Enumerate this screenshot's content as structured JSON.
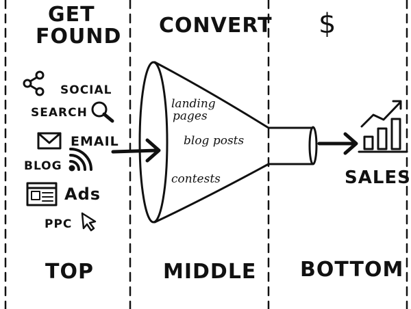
{
  "columns": {
    "get_found": [
      "GET",
      "FOUND"
    ],
    "convert": "CONVERT",
    "dollar": "$"
  },
  "sources": {
    "social": "SOCIAL",
    "search": "SEARCH",
    "email": "EMAIL",
    "blog": "BLOG",
    "ads": "Ads",
    "ppc": "PPC"
  },
  "funnel": {
    "landing": [
      "landing",
      "pages"
    ],
    "blog_posts": "blog posts",
    "contests": "contests"
  },
  "outcome": "SALES",
  "stages": {
    "top": "TOP",
    "middle": "MIDDLE",
    "bottom": "BOTTOM"
  }
}
